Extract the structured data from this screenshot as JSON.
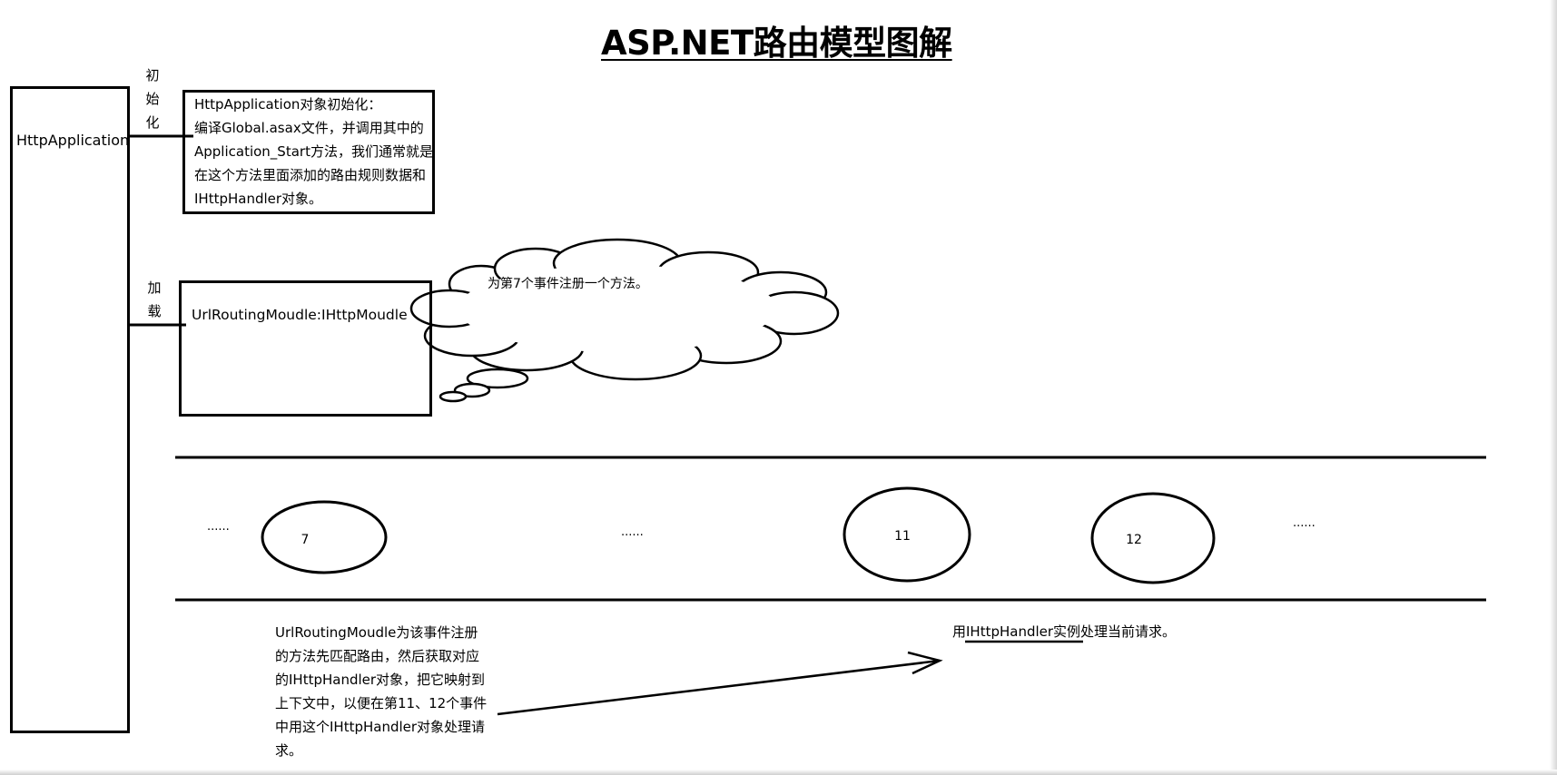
{
  "diagram": {
    "title": "ASP.NET路由模型图解",
    "http_application": {
      "label": "HttpApplication"
    },
    "init_label_chars": [
      "初",
      "始",
      "化"
    ],
    "load_label_chars": [
      "加",
      "载"
    ],
    "init_box": {
      "lines": [
        "HttpApplication对象初始化：",
        "编译Global.asax文件，并调用其中的",
        "Application_Start方法，我们通常就是",
        "在这个方法里面添加的路由规则数据和",
        "IHttpHandler对象。"
      ]
    },
    "routing_module_box": {
      "label": "UrlRoutingMoudle:IHttpMoudle"
    },
    "cloud_note": "为第7个事件注册一个方法。",
    "pipeline": {
      "ellipsis_left": "......",
      "ellipsis_middle": "......",
      "ellipsis_right": "......",
      "events": [
        "7",
        "11",
        "12"
      ]
    },
    "bottom_note_left": {
      "lines": [
        "UrlRoutingMoudle为该事件注册",
        "的方法先匹配路由，然后获取对应",
        "的IHttpHandler对象，把它映射到",
        "上下文中，以便在第11、12个事件",
        "中用这个IHttpHandler对象处理请",
        "求。"
      ]
    },
    "bottom_note_right": "用IHttpHandler实例处理当前请求。"
  }
}
